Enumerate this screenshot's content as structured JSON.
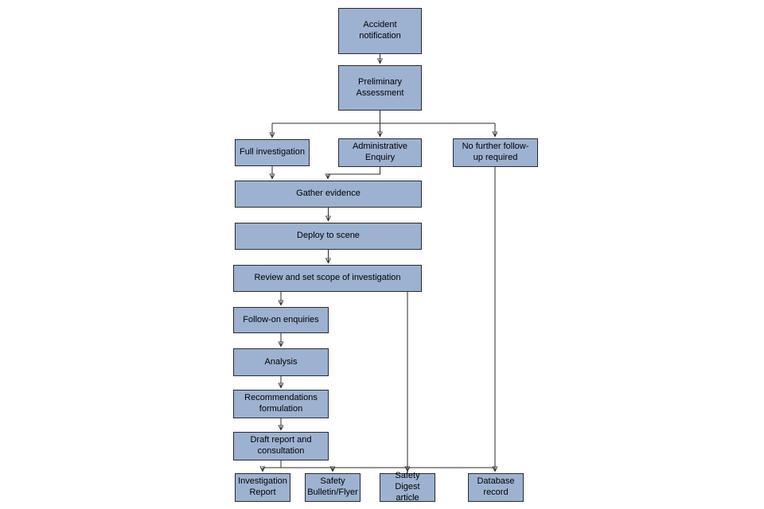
{
  "diagram": {
    "type": "flowchart",
    "background_color": "#ffffff",
    "node_fill_color": "#9db2d1",
    "node_border_color": "#2b2b2b",
    "arrow_color": "#2b2b2b",
    "nodes": {
      "accident": {
        "label": "Accident notification"
      },
      "preliminary": {
        "label": "Preliminary Assessment"
      },
      "full_investigation": {
        "label": "Full investigation"
      },
      "admin_enquiry": {
        "label": "Administrative Enquiry"
      },
      "no_followup": {
        "label": "No further follow-up required"
      },
      "gather": {
        "label": "Gather evidence"
      },
      "deploy": {
        "label": "Deploy to scene"
      },
      "review": {
        "label": "Review and set scope of investigation"
      },
      "followon": {
        "label": "Follow-on enquiries"
      },
      "analysis": {
        "label": "Analysis"
      },
      "recommendations": {
        "label": "Recommendations formulation"
      },
      "draft": {
        "label": "Draft report and consultation"
      },
      "inv_report": {
        "label": "Investigation Report"
      },
      "bulletin": {
        "label": "Safety Bulletin/Flyer"
      },
      "digest": {
        "label": "Safety Digest article"
      },
      "db_record": {
        "label": "Database record"
      }
    },
    "edges": [
      {
        "from": "Accident notification",
        "to": "Preliminary Assessment"
      },
      {
        "from": "Preliminary Assessment",
        "to": "Full investigation"
      },
      {
        "from": "Preliminary Assessment",
        "to": "Administrative Enquiry"
      },
      {
        "from": "Preliminary Assessment",
        "to": "No further follow-up required"
      },
      {
        "from": "Full investigation",
        "to": "Gather evidence"
      },
      {
        "from": "Administrative Enquiry",
        "to": "Gather evidence"
      },
      {
        "from": "Gather evidence",
        "to": "Deploy to scene"
      },
      {
        "from": "Deploy to scene",
        "to": "Review and set scope of investigation"
      },
      {
        "from": "Review and set scope of investigation",
        "to": "Follow-on enquiries"
      },
      {
        "from": "Review and set scope of investigation",
        "to": "Safety Digest article"
      },
      {
        "from": "Follow-on enquiries",
        "to": "Analysis"
      },
      {
        "from": "Analysis",
        "to": "Recommendations formulation"
      },
      {
        "from": "Recommendations formulation",
        "to": "Draft report and consultation"
      },
      {
        "from": "Draft report and consultation",
        "to": "Investigation Report"
      },
      {
        "from": "Draft report and consultation",
        "to": "Safety Bulletin/Flyer"
      },
      {
        "from": "No further follow-up required",
        "to": "Database record"
      }
    ]
  }
}
